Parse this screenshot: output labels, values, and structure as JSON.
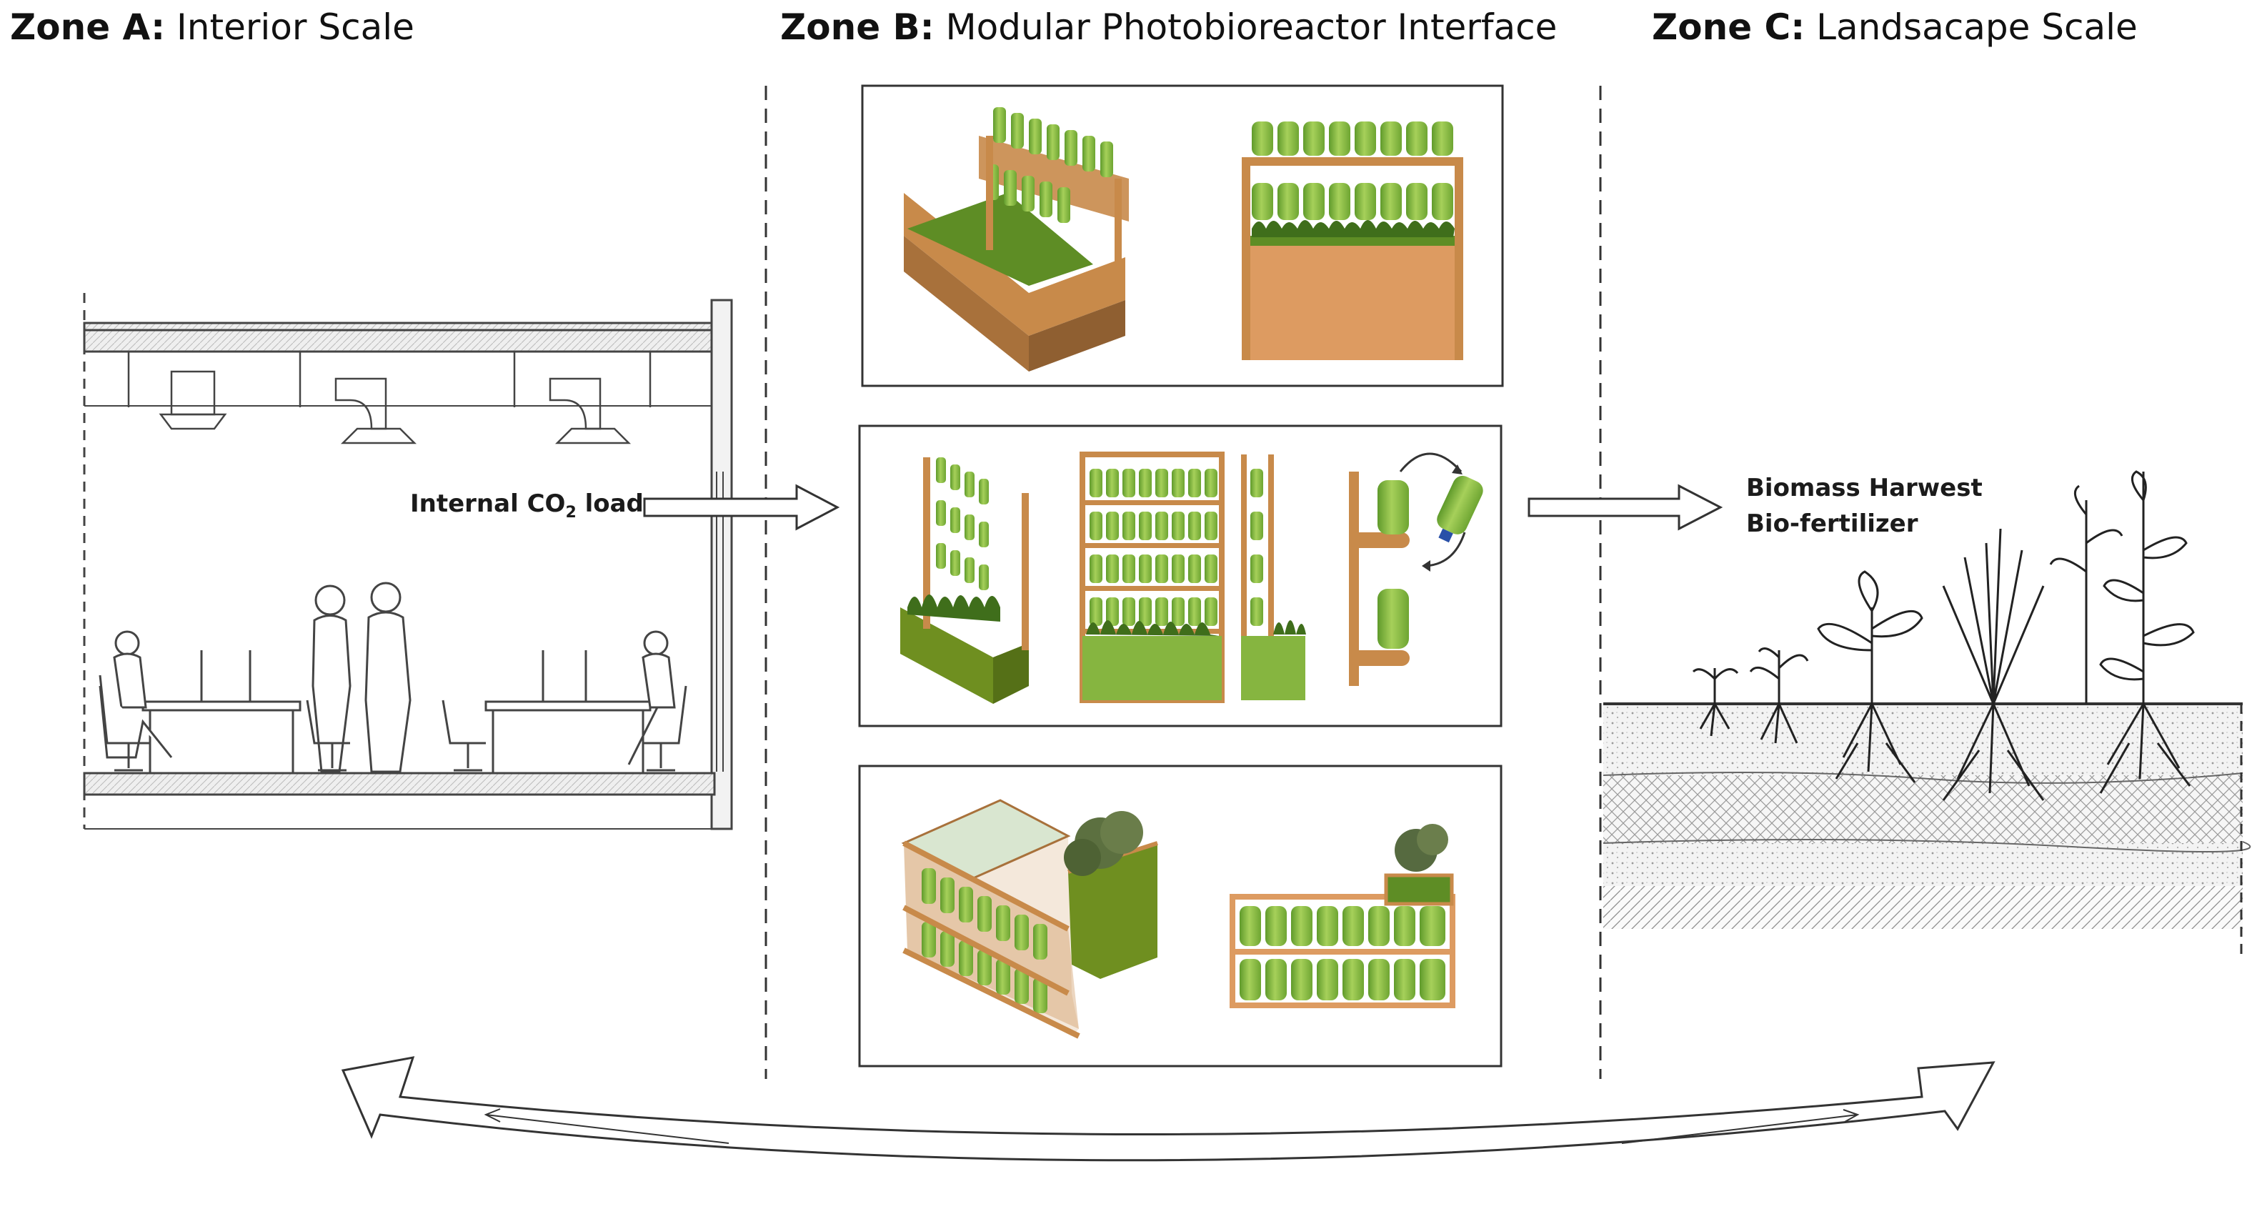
{
  "zones": {
    "a": {
      "prefix": "Zone A:",
      "name": "Interior Scale"
    },
    "b": {
      "prefix": "Zone B:",
      "name": "Modular Photobioreactor Interface"
    },
    "c": {
      "prefix": "Zone C:",
      "name": "Landsacape Scale"
    }
  },
  "labels": {
    "co2_prefix": "Internal CO",
    "co2_sub": "2",
    "co2_suffix": " load",
    "biomass": "Biomass Harwest",
    "fertilizer": "Bio-fertilizer"
  },
  "colors": {
    "wood": "#c88a4a",
    "wood_light": "#dd9b61",
    "algae": "#86b540",
    "algae_dark": "#5e8d25",
    "moss": "#6f8f20",
    "line": "#333333"
  },
  "icons": [
    "office-section",
    "photobioreactor-module",
    "plant-roots",
    "cycle-arrow"
  ]
}
